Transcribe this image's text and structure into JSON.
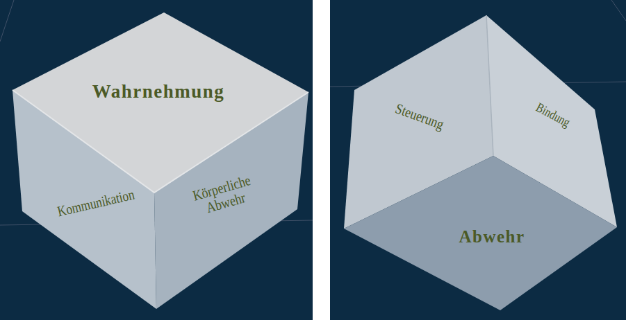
{
  "diagram": {
    "nodes": [
      {
        "text": [
          "Wahrnehmung"
        ]
      },
      {
        "text": [
          "Kommunikation"
        ]
      },
      {
        "text": [
          "Körperliche Abwehr"
        ]
      },
      {
        "text": [
          "Steuerung"
        ]
      },
      {
        "text": [
          "Bindung"
        ]
      },
      {
        "text": [
          "Abwehr"
        ]
      }
    ]
  }
}
